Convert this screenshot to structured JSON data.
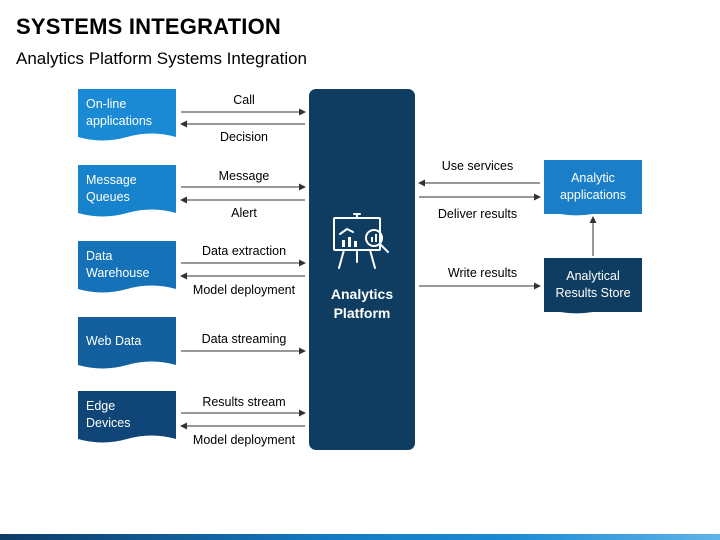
{
  "header": {
    "title": "SYSTEMS INTEGRATION",
    "subtitle": "Analytics Platform Systems Integration"
  },
  "sources": [
    {
      "line1": "On-line",
      "line2": "applications",
      "color": "#1a8ad4",
      "out_label": "Call",
      "in_label": "Decision"
    },
    {
      "line1": "Message",
      "line2": "Queues",
      "color": "#1783cc",
      "out_label": "Message",
      "in_label": "Alert"
    },
    {
      "line1": "Data",
      "line2": "Warehouse",
      "color": "#1672b8",
      "out_label": "Data extraction",
      "in_label": "Model deployment"
    },
    {
      "line1": "Web Data",
      "line2": "",
      "color": "#14609e",
      "out_label": "Data streaming",
      "in_label": ""
    },
    {
      "line1": "Edge",
      "line2": "Devices",
      "color": "#0f4577",
      "out_label": "Results stream",
      "in_label": "Model deployment"
    }
  ],
  "platform": {
    "line1": "Analytics",
    "line2": "Platform",
    "color": "#0f3d62",
    "icon": "presentation-analytics-icon"
  },
  "right": {
    "use_services": "Use services",
    "deliver_results": "Deliver results",
    "write_results": "Write results",
    "analytic_apps": {
      "line1": "Analytic",
      "line2": "applications",
      "color": "#1a7fc8"
    },
    "results_store": {
      "line1": "Analytical",
      "line2": "Results Store",
      "color": "#0f3d62"
    }
  }
}
